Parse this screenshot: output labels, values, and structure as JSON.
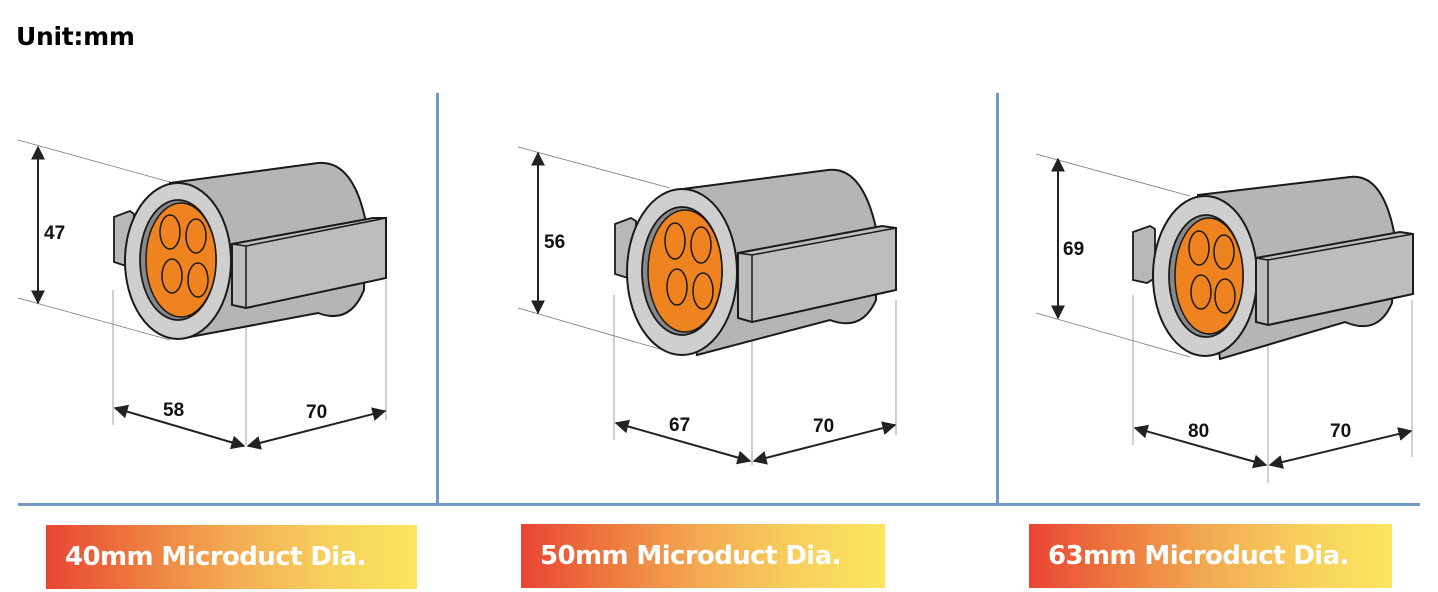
{
  "header": {
    "unit_label": "Unit:mm"
  },
  "colors": {
    "divider": "#7199c3",
    "body_gray": "#b5b5b5",
    "ring_gray": "#cfcfcf",
    "core_orange": "#ef8320",
    "outline": "#1a1a1a",
    "label_gradient_start": "#e94535",
    "label_gradient_end": "#fbe55e",
    "label_text": "#ffffff"
  },
  "panels": [
    {
      "id": "40mm",
      "height_dim": "47",
      "depth_dim": "58",
      "length_dim": "70",
      "label": "40mm Microduct Dia."
    },
    {
      "id": "50mm",
      "height_dim": "56",
      "depth_dim": "67",
      "length_dim": "70",
      "label": "50mm Microduct Dia."
    },
    {
      "id": "63mm",
      "height_dim": "69",
      "depth_dim": "80",
      "length_dim": "70",
      "label": "63mm Microduct Dia."
    }
  ],
  "icons": {
    "connector": "microduct-connector-illustration",
    "dimension_arrow": "double-headed-arrow"
  }
}
